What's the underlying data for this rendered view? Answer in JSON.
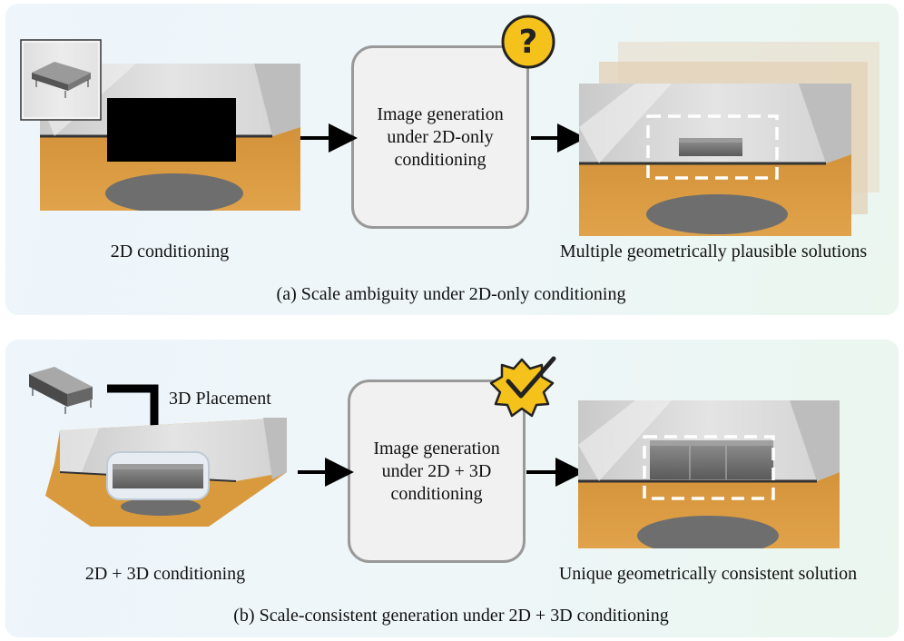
{
  "panel_a": {
    "input_label": "2D conditioning",
    "process_text": "Image generation\nunder 2D-only\nconditioning",
    "status_icon": "question-icon",
    "output_label": "Multiple geometrically plausible solutions",
    "caption": "(a) Scale ambiguity under 2D-only conditioning"
  },
  "panel_b": {
    "placement_label": "3D Placement",
    "input_label": "2D + 3D conditioning",
    "process_text": "Image generation\nunder 2D + 3D\nconditioning",
    "status_icon": "check-badge-icon",
    "output_label": "Unique geometrically consistent solution",
    "caption": "(b) Scale-consistent generation under 2D + 3D conditioning"
  },
  "colors": {
    "floor": "#d99a3e",
    "wall": "#d6d6d6",
    "mask": "#000000",
    "rug": "#6e6e6e",
    "badge_yellow": "#f5c21b",
    "box_border": "#999999"
  }
}
